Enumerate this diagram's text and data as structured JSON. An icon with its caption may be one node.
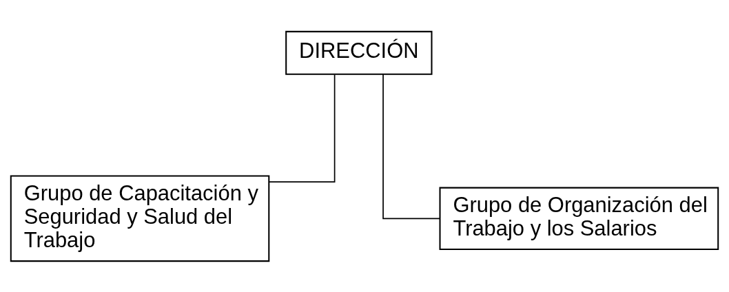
{
  "diagram": {
    "nodes": [
      {
        "text": [
          "DIRECCIÓN"
        ]
      },
      {
        "text": [
          "Grupo de Capacitación y Seguridad y Salud del Trabajo"
        ]
      },
      {
        "text": [
          "Grupo de Organización del Trabajo y los Salarios"
        ]
      }
    ],
    "edges": [
      {
        "from": 0,
        "to": 1,
        "arrow": "none"
      },
      {
        "from": 0,
        "to": 2,
        "arrow": "none"
      }
    ]
  }
}
